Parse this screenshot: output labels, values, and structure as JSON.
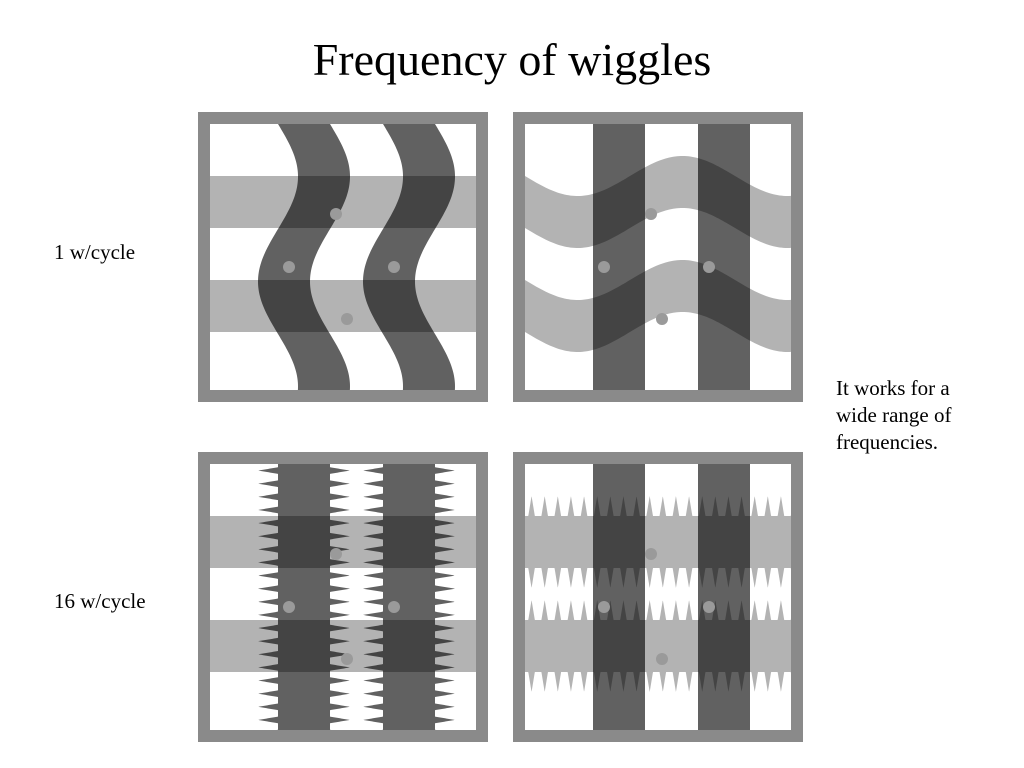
{
  "slide": {
    "title": "Frequency of wiggles",
    "row_labels": [
      "1 w/cycle",
      "16 w/cycle"
    ],
    "side_note_lines": [
      "It works for a",
      "wide range of",
      "frequencies."
    ]
  },
  "colors": {
    "frame": "#8a8a8a",
    "background": "#ffffff",
    "light_stripe": "#b3b3b3",
    "dark_stripe": "#5a5a5a",
    "overlap": "#3b3b3b",
    "dot": "#9a9a9a"
  },
  "panels": [
    {
      "id": "tl",
      "wiggles_per_cycle": 1,
      "wiggly": "vertical"
    },
    {
      "id": "tr",
      "wiggles_per_cycle": 1,
      "wiggly": "horizontal"
    },
    {
      "id": "bl",
      "wiggles_per_cycle": 16,
      "wiggly": "vertical"
    },
    {
      "id": "br",
      "wiggles_per_cycle": 16,
      "wiggly": "horizontal"
    }
  ]
}
